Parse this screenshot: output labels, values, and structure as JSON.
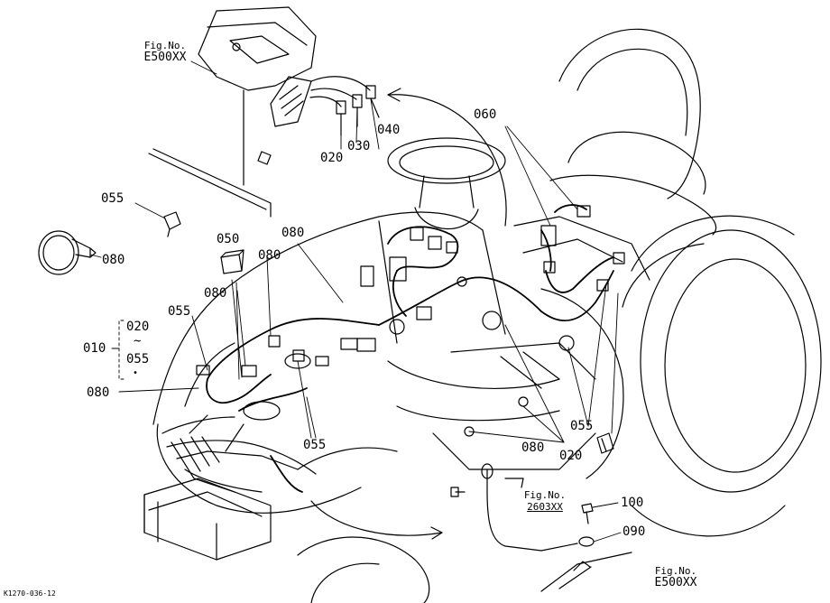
{
  "refs": {
    "top": {
      "fig_label": "Fig.No.",
      "fig_value": "E500XX"
    },
    "middle": {
      "fig_label": "Fig.No.",
      "fig_value": "2603XX"
    },
    "bottom": {
      "fig_label": "Fig.No.",
      "fig_value": "E500XX"
    }
  },
  "parts": {
    "p020_top": "020",
    "p030": "030",
    "p040": "040",
    "p060": "060",
    "p055_left": "055",
    "p080_band": "080",
    "p050": "050",
    "p080_mid1": "080",
    "p080_mid2": "080",
    "p080_left": "080",
    "p055_mid": "055",
    "p010": "010",
    "p020_bracket": "020",
    "p055_bracket": "055",
    "p080_lower": "080",
    "p055_center": "055",
    "p080_right": "080",
    "p055_right": "055",
    "p020_right": "020",
    "p100": "100",
    "p090": "090"
  },
  "glyphs": {
    "tilde": "~",
    "dot": "•"
  },
  "drawing_code": "K1270-036-12"
}
